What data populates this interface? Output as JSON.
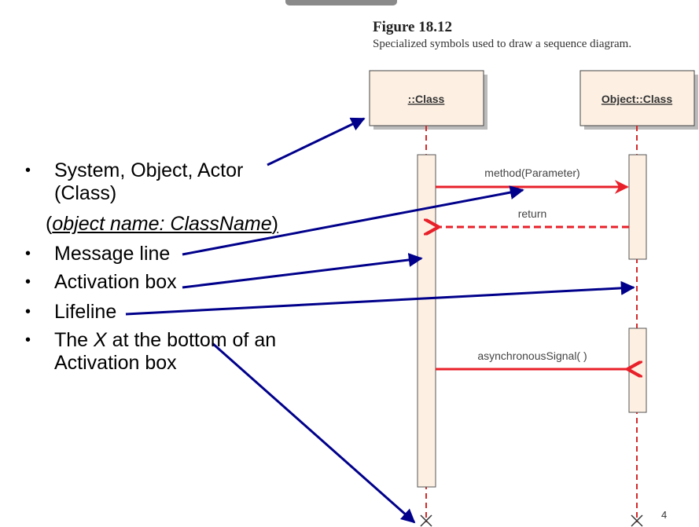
{
  "figure": {
    "title": "Figure 18.12",
    "caption": "Specialized symbols used to draw a sequence diagram."
  },
  "diagram": {
    "lifelines": [
      {
        "label": "::Class"
      },
      {
        "label": "Object::Class"
      }
    ],
    "messages": [
      {
        "label": "method(Parameter)",
        "type": "synchronous"
      },
      {
        "label": "return",
        "type": "return"
      },
      {
        "label": "asynchronousSignal( )",
        "type": "asynchronous"
      }
    ]
  },
  "bullets": {
    "item1_line1": "System, Object, Actor",
    "item1_line2": "(Class)",
    "item1_sub_open": "(",
    "item1_sub": "object name: ClassName",
    "item1_sub_close": ")",
    "item2": "Message line",
    "item3": "Activation box",
    "item4": "Lifeline",
    "item5_pre": "The ",
    "item5_x": "X",
    "item5_post": " at the bottom of an",
    "item5_line2": "Activation box"
  },
  "page_number": "4",
  "colors": {
    "message_red": "#e8202a",
    "pointer_blue": "#00008b",
    "box_fill": "#fdf0e3",
    "lifeline_red": "#d42a2a"
  }
}
